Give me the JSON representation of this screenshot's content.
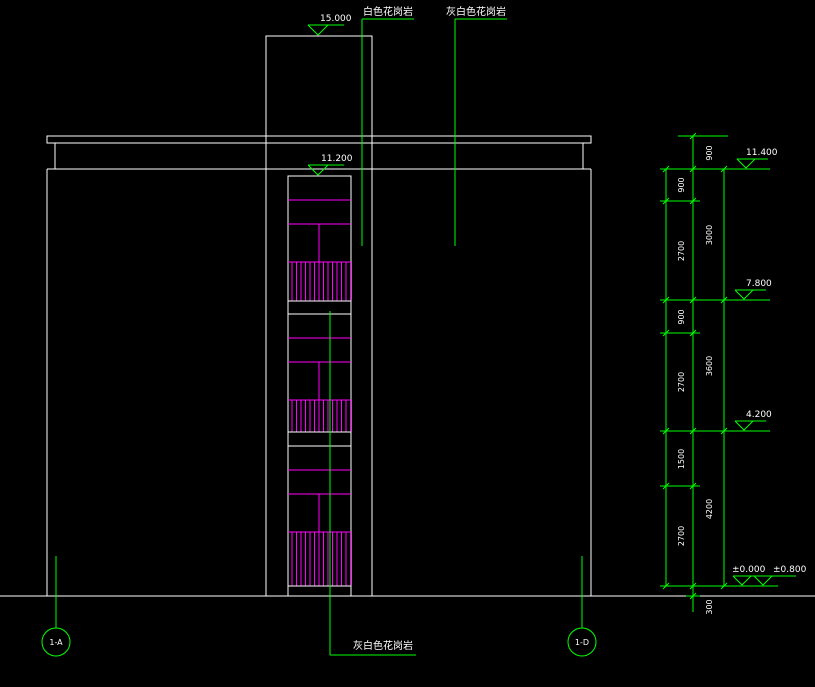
{
  "colors": {
    "background": "#000000",
    "outline": "#ffffff",
    "leader": "#00ff00",
    "window": "#ff00ff"
  },
  "elevations": {
    "tower_top": "15.000",
    "window_top": "11.200",
    "roof": "11.400",
    "level_2": "7.800",
    "level_1": "4.200",
    "ground": "±0.000",
    "ground_alt": "±0.800"
  },
  "material_notes": {
    "white_granite": "白色花岗岩",
    "grey_white_granite_top": "灰白色花岗岩",
    "grey_white_granite_bottom": "灰白色花岗岩"
  },
  "dimensions": {
    "segments": [
      "900",
      "900",
      "2700",
      "900",
      "2700",
      "1500",
      "2700",
      "300"
    ],
    "totals": [
      "3000",
      "3600",
      "4200"
    ]
  },
  "axes": {
    "left": "1-A",
    "right": "1-D"
  }
}
